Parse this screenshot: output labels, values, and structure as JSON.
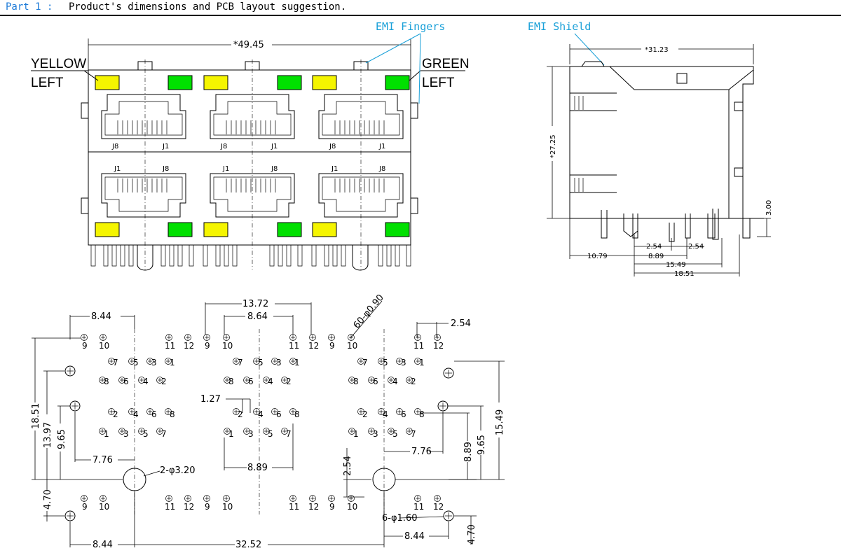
{
  "header": {
    "part": "Part 1 :",
    "title": "Product's dimensions and PCB layout suggestion."
  },
  "front": {
    "width_label": "*49.45",
    "yellow_label": "YELLOW",
    "left_label_l": "LEFT",
    "green_label": "GREEN",
    "left_label_r": "LEFT",
    "emi_fingers": "EMI Fingers",
    "jack_top_left": "J8",
    "jack_top_right": "J1",
    "jack_bot_left": "J1",
    "jack_bot_right": "J8",
    "led_yellow": "#f5f500",
    "led_green": "#00e000"
  },
  "side": {
    "emi_shield": "EMI Shield",
    "d_len": "*31.23",
    "d_height": "*27.25",
    "d_pin": "3.00",
    "d_a": "2.54",
    "d_b": "2.54",
    "d_c": "10.79",
    "d_d": "8.89",
    "d_e": "15.49",
    "d_f": "18.51"
  },
  "pcb": {
    "d_top1": "13.72",
    "d_top2": "8.64",
    "d_tl": "8.44",
    "d_pins": "60-φ0.90",
    "d_tr": "2.54",
    "d_h1": "18.51",
    "d_h2": "13.97",
    "d_h3": "9.65",
    "d_h4": "4.70",
    "d_127": "1.27",
    "d_776l": "7.76",
    "d_776r": "7.76",
    "d_hole": "2-φ3.20",
    "d_889": "8.89",
    "d_254": "2.54",
    "d_r889": "8.89",
    "d_r965": "9.65",
    "d_r1549": "15.49",
    "d_small": "6-φ1.60",
    "d_r470": "4.70",
    "d_b844l": "8.44",
    "d_b3252": "32.52",
    "d_b844r": "8.44",
    "n9": "9",
    "n10": "10",
    "n11": "11",
    "n12": "12",
    "n1": "1",
    "n2": "2",
    "n3": "3",
    "n4": "4",
    "n5": "5",
    "n6": "6",
    "n7": "7",
    "n8": "8"
  }
}
